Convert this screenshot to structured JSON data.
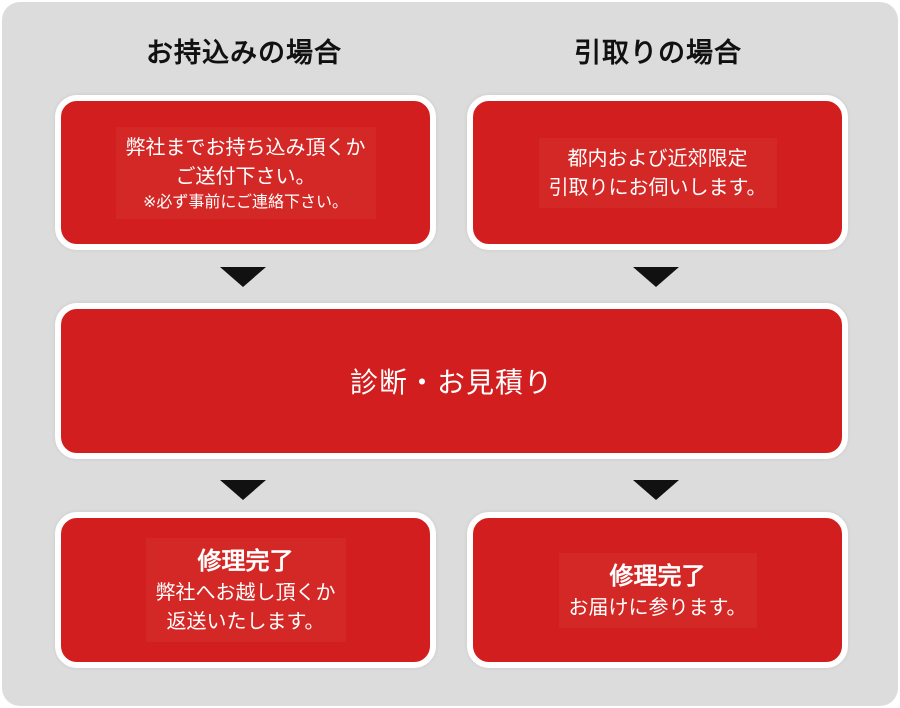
{
  "columns": {
    "left_heading": "お持込みの場合",
    "right_heading": "引取りの場合"
  },
  "steps": {
    "carry_in": {
      "line1": "弊社までお持ち込み頂くか",
      "line2": "ご送付下さい。",
      "note": "※必ず事前にご連絡下さい。"
    },
    "pickup": {
      "line1": "都内および近郊限定",
      "line2": "引取りにお伺いします。"
    },
    "diagnosis": {
      "label": "診断・お見積り"
    },
    "complete_left": {
      "title": "修理完了",
      "line1": "弊社へお越し頂くか",
      "line2": "返送いたします。"
    },
    "complete_right": {
      "title": "修理完了",
      "line1": "お届けに参ります。"
    }
  },
  "colors": {
    "box_red": "#d21e1f",
    "panel_gray": "#dcdcdc",
    "arrow": "#111111"
  }
}
